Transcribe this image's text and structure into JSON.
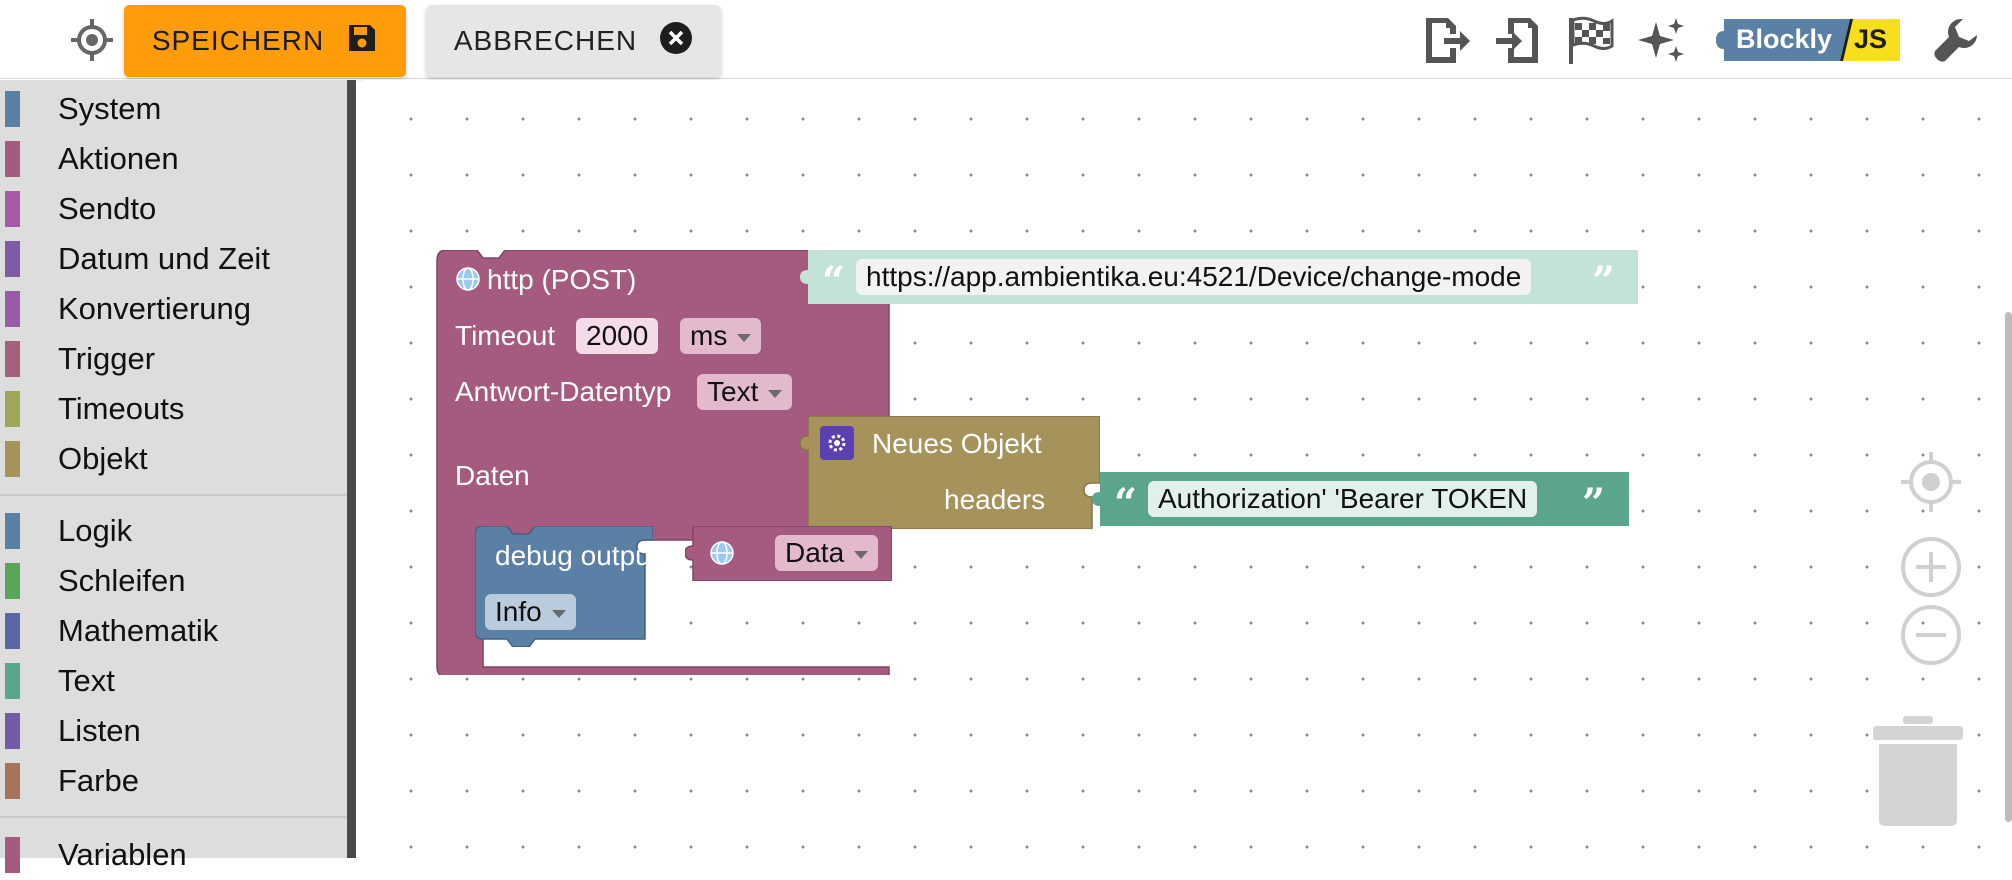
{
  "toolbar": {
    "save_label": "SPEICHERN",
    "cancel_label": "ABBRECHEN",
    "logo_left": "Blockly",
    "logo_right": "JS"
  },
  "toolbox": {
    "items": [
      {
        "label": "System",
        "color": "#5b80a5"
      },
      {
        "label": "Aktionen",
        "color": "#a55b80"
      },
      {
        "label": "Sendto",
        "color": "#a55ba5"
      },
      {
        "label": "Datum und Zeit",
        "color": "#805ba5"
      },
      {
        "label": "Konvertierung",
        "color": "#995ba5"
      },
      {
        "label": "Trigger",
        "color": "#a5607e"
      },
      {
        "label": "Timeouts",
        "color": "#9fa55b"
      },
      {
        "label": "Objekt",
        "color": "#a5935b"
      },
      {
        "label": "Logik",
        "color": "#5b80a5"
      },
      {
        "label": "Schleifen",
        "color": "#5ba55b"
      },
      {
        "label": "Mathematik",
        "color": "#5b67a5"
      },
      {
        "label": "Text",
        "color": "#5ba58c"
      },
      {
        "label": "Listen",
        "color": "#745ba5"
      },
      {
        "label": "Farbe",
        "color": "#a5745b"
      },
      {
        "label": "Variablen",
        "color": "#a55b80"
      }
    ]
  },
  "blocks": {
    "http": {
      "title": "http (POST)",
      "timeout_label": "Timeout",
      "timeout_value": "2000",
      "timeout_unit": "ms",
      "response_type_label": "Antwort-Datentyp",
      "response_type_value": "Text",
      "data_label": "Daten",
      "color": "#a55b80"
    },
    "url": {
      "value": "https://app.ambientika.eu:4521/Device/change-mode",
      "color": "#c3e3d7"
    },
    "object": {
      "title": "Neues Objekt",
      "field_label": "headers",
      "color": "#a5935b"
    },
    "headers_text": {
      "value": "Authorization' 'Bearer TOKEN",
      "color": "#5ba58c"
    },
    "debug": {
      "label": "debug output",
      "level": "Info",
      "color": "#5b80a5"
    },
    "data_var": {
      "value": "Data",
      "color": "#a55b80"
    }
  }
}
